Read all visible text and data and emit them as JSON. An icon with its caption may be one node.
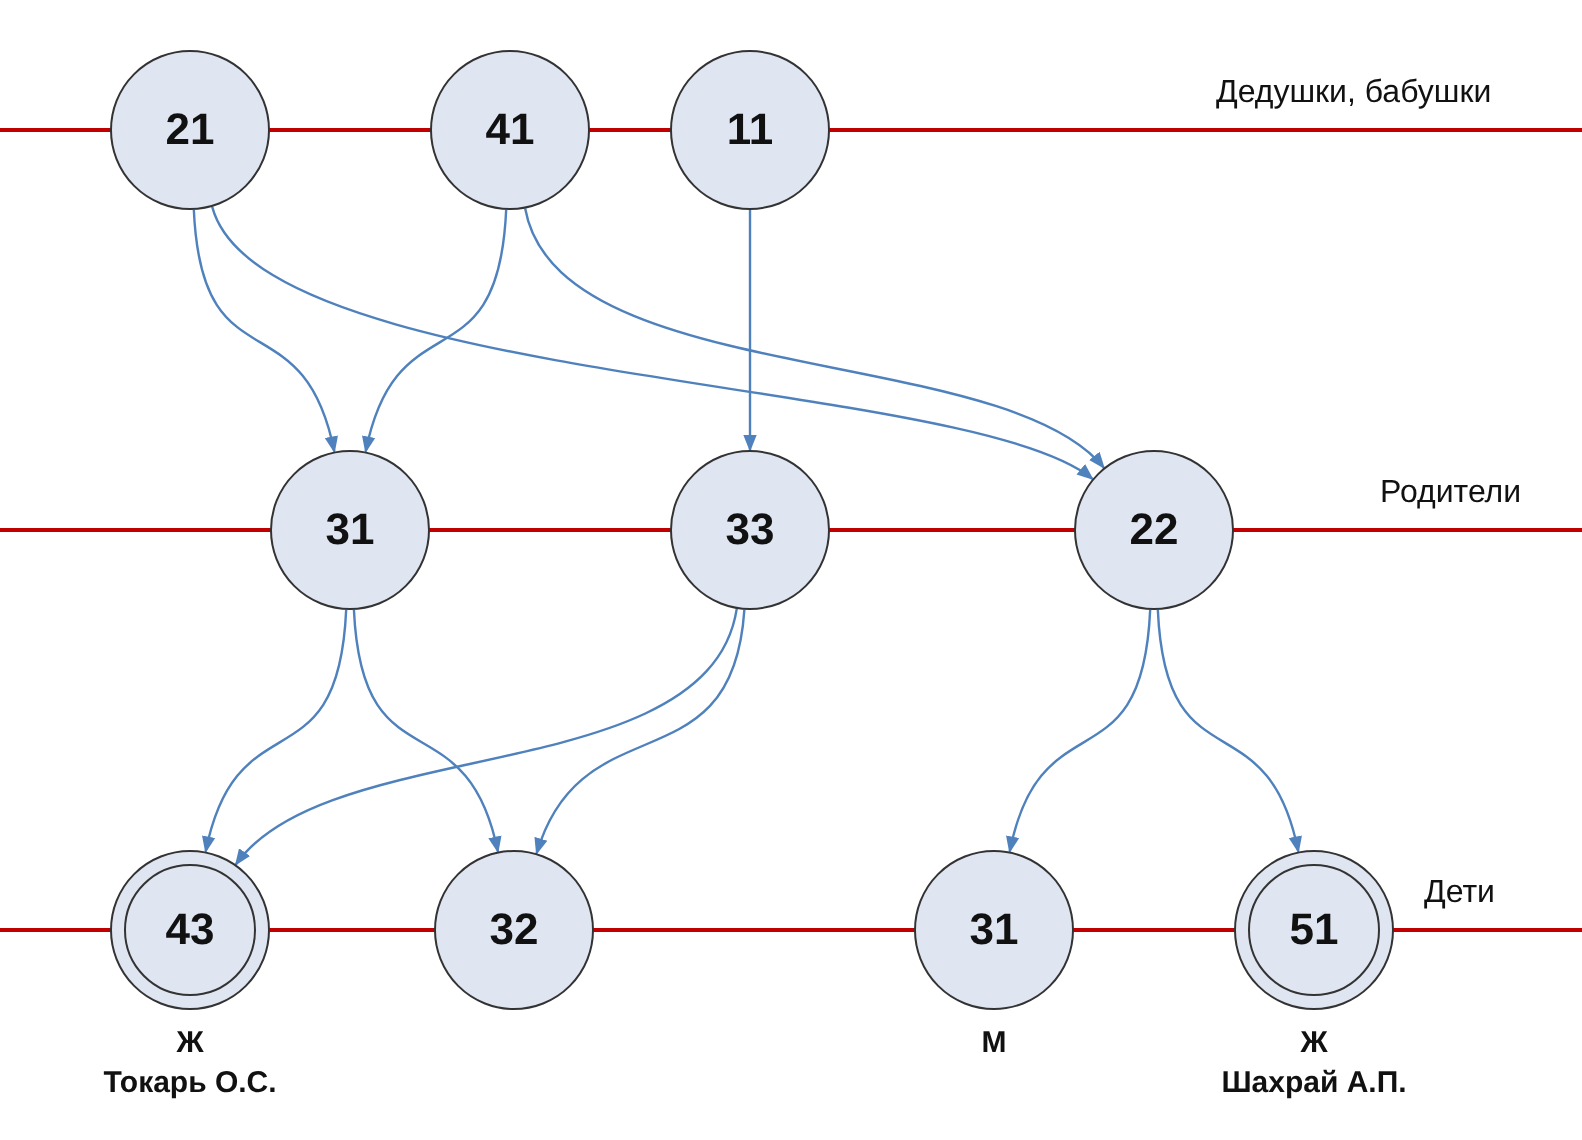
{
  "diagram": {
    "nodes": [
      {
        "text": [
          "21"
        ]
      },
      {
        "text": [
          "41"
        ]
      },
      {
        "text": [
          "11"
        ]
      },
      {
        "text": [
          "31"
        ]
      },
      {
        "text": [
          "33"
        ]
      },
      {
        "text": [
          "22"
        ]
      },
      {
        "text": [
          "43"
        ],
        "beside": [
          "Ж",
          "Токарь О.С."
        ]
      },
      {
        "text": [
          "32"
        ]
      },
      {
        "text": [
          "31"
        ],
        "beside": [
          "М"
        ]
      },
      {
        "text": [
          "51"
        ],
        "beside": [
          "Ж",
          "Шахрай А.П."
        ]
      }
    ],
    "edges": [
      {
        "from": 0,
        "to": 3,
        "arrow": "to"
      },
      {
        "from": 1,
        "to": 3,
        "arrow": "to"
      },
      {
        "from": 2,
        "to": 4,
        "arrow": "to"
      },
      {
        "from": 0,
        "to": 5,
        "arrow": "to"
      },
      {
        "from": 1,
        "to": 5,
        "arrow": "to"
      },
      {
        "from": 3,
        "to": 6,
        "arrow": "to"
      },
      {
        "from": 3,
        "to": 7,
        "arrow": "to"
      },
      {
        "from": 4,
        "to": 6,
        "arrow": "to"
      },
      {
        "from": 4,
        "to": 7,
        "arrow": "to"
      },
      {
        "from": 5,
        "to": 8,
        "arrow": "to"
      },
      {
        "from": 5,
        "to": 9,
        "arrow": "to"
      }
    ],
    "labels": [
      "Дедушки, бабушки",
      "Родители",
      "Дети"
    ]
  }
}
